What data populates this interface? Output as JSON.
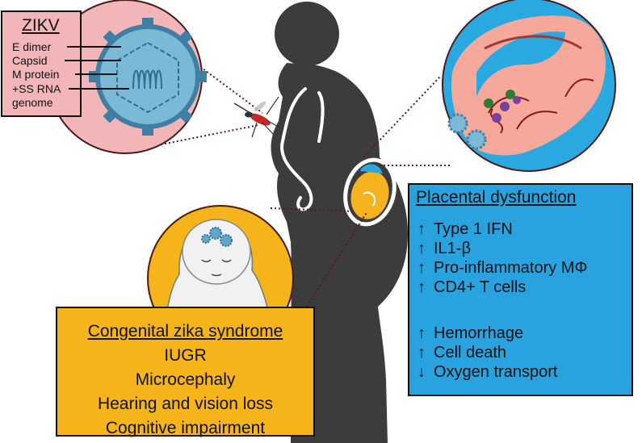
{
  "virus": {
    "title": "ZIKV",
    "labels": [
      "E dimer",
      "Capsid",
      "M protein",
      "+SS RNA",
      "genome"
    ]
  },
  "placenta": {
    "title": "Placental dysfunction",
    "group1": [
      {
        "arrow": "↑",
        "text": "Type 1 IFN"
      },
      {
        "arrow": "↑",
        "text": "IL1-β"
      },
      {
        "arrow": "↑",
        "text": "Pro-inflammatory MΦ"
      },
      {
        "arrow": "↑",
        "text": "CD4+ T cells"
      }
    ],
    "group2": [
      {
        "arrow": "↑",
        "text": "Hemorrhage"
      },
      {
        "arrow": "↑",
        "text": "Cell death"
      },
      {
        "arrow": "↓",
        "text": "Oxygen transport"
      }
    ]
  },
  "syndrome": {
    "title": "Congenital zika syndrome",
    "items": [
      "IUGR",
      "Microcephaly",
      "Hearing and vision loss",
      "Cognitive impairment"
    ]
  },
  "colors": {
    "virus_circle": "#f3b6b8",
    "virus_body": "#5fa6c9",
    "placenta_circle": "#2aa8e0",
    "placenta_tissue": "#f6a89a",
    "mother_silhouette": "#3c3c3c",
    "fetus": "#f5b320",
    "baby_circle": "#f4b41a",
    "placenta_box": "#29a3df",
    "syndrome_box": "#f4b41a"
  }
}
